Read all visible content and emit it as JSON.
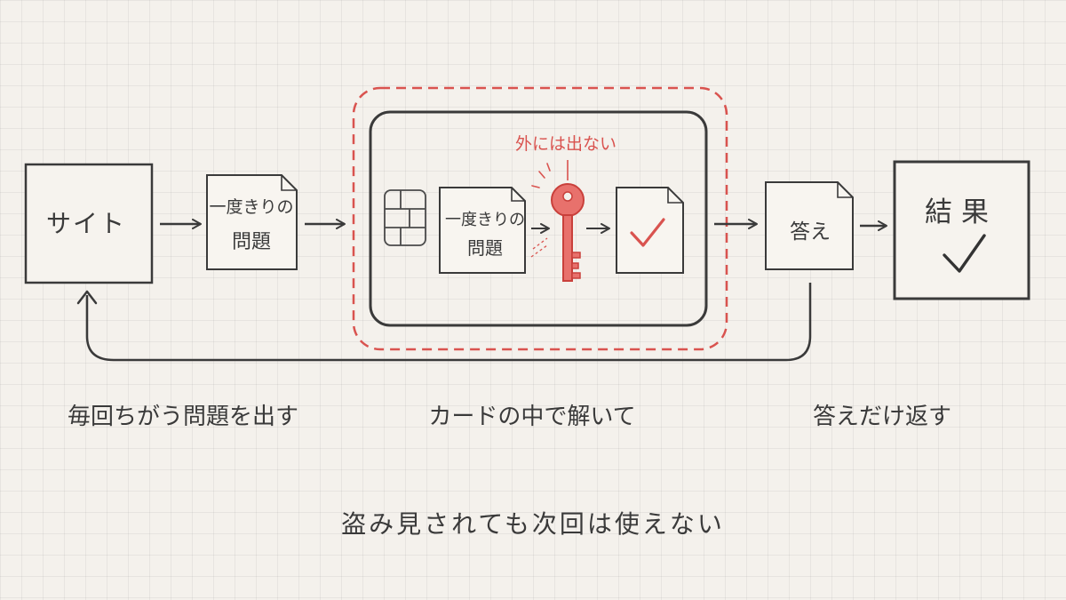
{
  "nodes": {
    "site": {
      "label": "サイト"
    },
    "challenge": {
      "line1": "一度きりの",
      "line2": "問題"
    },
    "card": {
      "challenge_line1": "一度きりの",
      "challenge_line2": "問題",
      "secret_note": "外には出ない",
      "icons": [
        "chip-icon",
        "key-icon",
        "checkmark-icon"
      ]
    },
    "answer": {
      "label": "答え"
    },
    "result": {
      "label": "結果",
      "icon": "checkmark-icon"
    }
  },
  "captions": {
    "step1": "毎回ちがう問題を出す",
    "step2": "カードの中で解いて",
    "step3": "答えだけ返す"
  },
  "note": "盗み見されても次回は使えない",
  "colors": {
    "ink": "#3a3a3a",
    "accent": "#d9534f",
    "paper": "#f4f1ec",
    "grid": "#dedad3"
  }
}
